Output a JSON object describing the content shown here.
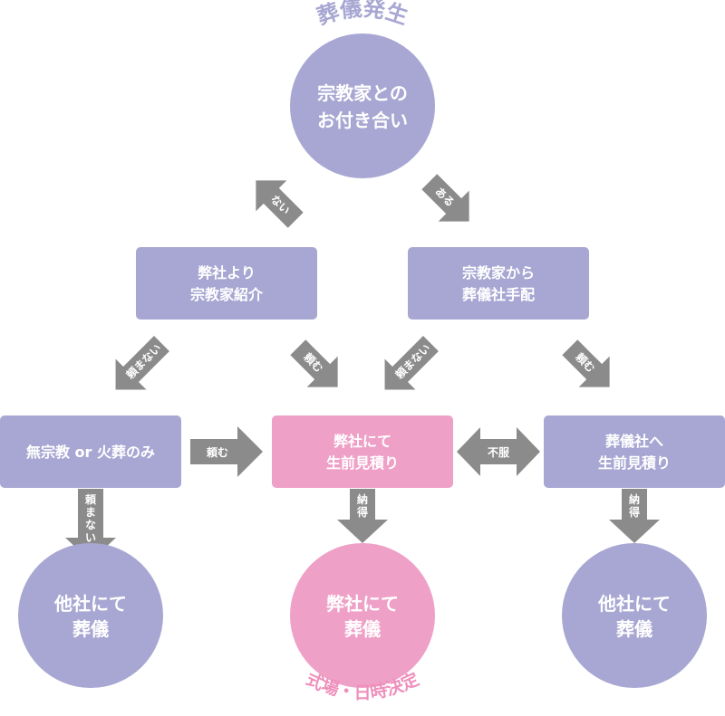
{
  "colors": {
    "purple": "#a8a7d3",
    "pink": "#efa0c7",
    "arrow": "#8b8b8b",
    "purple_text": "#a8a7d3",
    "pink_text": "#ef8fbc"
  },
  "top_arc_label": "葬儀発生",
  "top_circle": {
    "line1": "宗教家との",
    "line2": "お付き合い"
  },
  "left_branch_arrow": "ない",
  "right_branch_arrow": "ある",
  "box_referral": {
    "line1": "弊社より",
    "line2": "宗教家紹介"
  },
  "box_arranged": {
    "line1": "宗教家から",
    "line2": "葬儀社手配"
  },
  "arrow_referral_left": "頼まない",
  "arrow_referral_center": "頼む",
  "arrow_arranged_center": "頼まない",
  "arrow_arranged_right": "頼む",
  "box_no_religion": "無宗教 or 火葬のみ",
  "arrow_no_religion_right": "頼む",
  "box_our_estimate": {
    "line1": "弊社にて",
    "line2": "生前見積り"
  },
  "arrow_dissatisfied": "不服",
  "box_other_estimate": {
    "line1": "葬儀社へ",
    "line2": "生前見積り"
  },
  "arrow_left_down": "頼まない",
  "arrow_center_down": "納得",
  "arrow_right_down": "納得",
  "circle_left": {
    "line1": "他社にて",
    "line2": "葬儀"
  },
  "circle_center": {
    "line1": "弊社にて",
    "line2": "葬儀"
  },
  "circle_right": {
    "line1": "他社にて",
    "line2": "葬儀"
  },
  "bottom_arc_label": "式場・日時決定"
}
